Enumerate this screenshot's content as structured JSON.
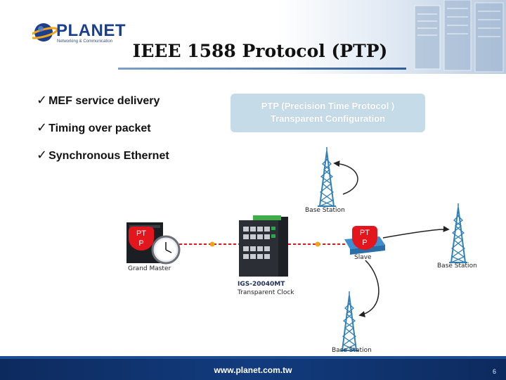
{
  "logo": {
    "name": "PLANET",
    "tagline": "Networking & Communication"
  },
  "title": "IEEE 1588 Protocol (PTP)",
  "bullets": [
    {
      "check": "✓",
      "text": "MEF service delivery"
    },
    {
      "check": "✓",
      "text": "Timing over packet"
    },
    {
      "check": "✓",
      "text": "Synchronous Ethernet"
    }
  ],
  "callout": {
    "line1": "PTP (Precision Time Protocol )",
    "line2": "Transparent Configuration"
  },
  "diagram": {
    "grand_master_label": "Grand Master",
    "switch_model": "IGS-20040MT",
    "switch_caption": "Transparent Clock",
    "slave_label": "Slave",
    "base_station_top": "Base Station",
    "base_station_right": "Base Station",
    "base_station_bottom": "Base Station",
    "badge_left_line1": "PT",
    "badge_left_line2": "P",
    "badge_right_line1": "PT",
    "badge_right_line2": "P",
    "link_color": "#e2161c",
    "badge_color": "#e2161c"
  },
  "footer": {
    "url": "www.planet.com.tw",
    "page": "6"
  }
}
